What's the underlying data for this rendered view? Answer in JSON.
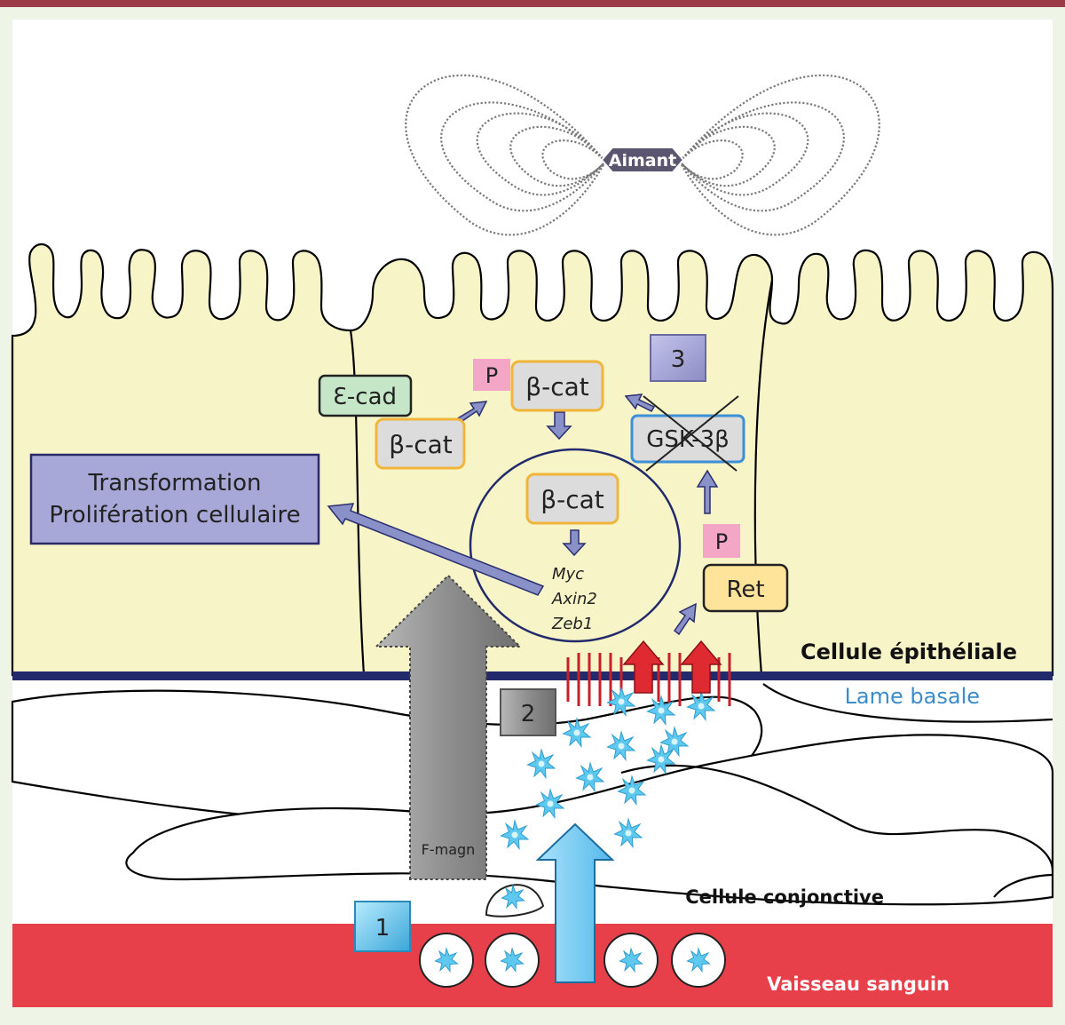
{
  "labels": {
    "magnet": "Aimant",
    "epithelial_cell": "Cellule épithéliale",
    "basal_lamina": "Lame basale",
    "connective_cell": "Cellule conjonctive",
    "blood_vessel": "Vaisseau sanguin",
    "transformation_line1": "Transformation",
    "transformation_line2": "Prolifération cellulaire",
    "ecad": "Ɛ-cad",
    "bcat_membrane": "β-cat",
    "bcat_cytoplasm": "β-cat",
    "bcat_nucleus": "β-cat",
    "phospho_bcat": "P",
    "phospho_ret": "P",
    "gsk3b": "GSK-3β",
    "ret": "Ret",
    "gene_myc": "Myc",
    "gene_axin2": "Axin2",
    "gene_zeb1": "Zeb1",
    "fmagn": "F-magn",
    "step1": "1",
    "step2": "2",
    "step3": "3"
  },
  "colors": {
    "frame_top": "#9c3a48",
    "frame_bg": "#eef4e6",
    "epithelium": "#f7f5c8",
    "basal_lamina": "#232a6b",
    "vessel": "#e8404a",
    "bcat_border": "#f2b53c",
    "ecad_fill": "#c6e6c8",
    "phospho": "#f4a6c6",
    "ret_fill": "#fde49a",
    "gsk_border": "#3d8fd6",
    "purple_box": "#a8a8d8",
    "arrow_purple": "#8a90c8",
    "nanoparticle": "#5ec8ef",
    "red_arrow": "#e02a32",
    "fmagn_arrow": "#9a9a9a",
    "blue_arrow": "#70c8f0"
  }
}
